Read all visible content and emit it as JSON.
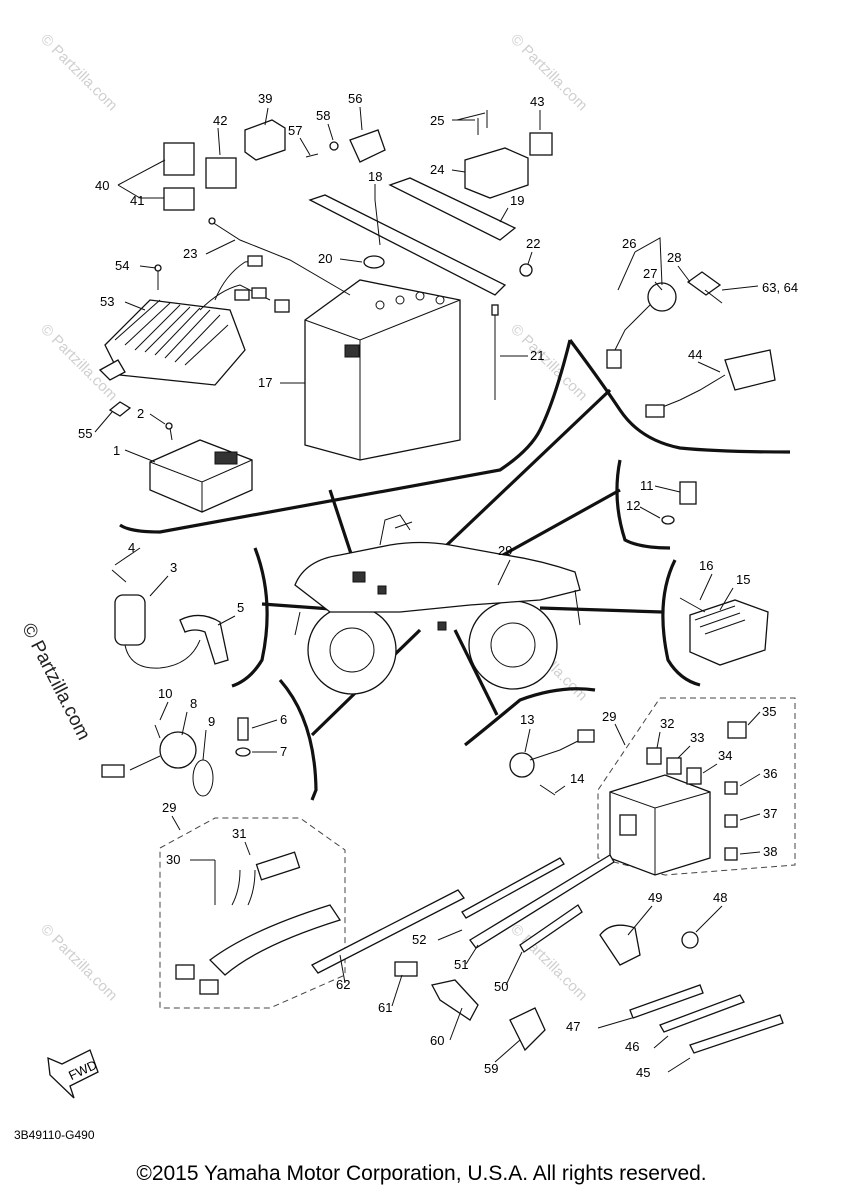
{
  "watermark": "© Partzilla.com",
  "side_watermark": "© Partzilla.com",
  "diagram_code": "3B49110-G490",
  "copyright": "©2015 Yamaha Motor Corporation, U.S.A. All rights reserved.",
  "fwd_label": "FWD",
  "callouts": {
    "c1": "1",
    "c2": "2",
    "c3": "3",
    "c4": "4",
    "c5": "5",
    "c6": "6",
    "c7": "7",
    "c8": "8",
    "c9": "9",
    "c10": "10",
    "c11": "11",
    "c12": "12",
    "c13": "13",
    "c14": "14",
    "c15": "15",
    "c16": "16",
    "c17": "17",
    "c18": "18",
    "c19": "19",
    "c20": "20",
    "c21": "21",
    "c22": "22",
    "c23": "23",
    "c24": "24",
    "c25": "25",
    "c26": "26",
    "c27": "27",
    "c28": "28",
    "c29a": "29",
    "c29b": "29",
    "c29c": "29",
    "c30": "30",
    "c31": "31",
    "c32": "32",
    "c33": "33",
    "c34": "34",
    "c35": "35",
    "c36": "36",
    "c37": "37",
    "c38": "38",
    "c39": "39",
    "c40": "40",
    "c41": "41",
    "c42": "42",
    "c43": "43",
    "c44": "44",
    "c45": "45",
    "c46": "46",
    "c47": "47",
    "c48": "48",
    "c49": "49",
    "c50": "50",
    "c51": "51",
    "c52": "52",
    "c53": "53",
    "c54": "54",
    "c55": "55",
    "c56": "56",
    "c57": "57",
    "c58": "58",
    "c59": "59",
    "c60": "60",
    "c61": "61",
    "c62": "62",
    "c63": "63, 64"
  }
}
